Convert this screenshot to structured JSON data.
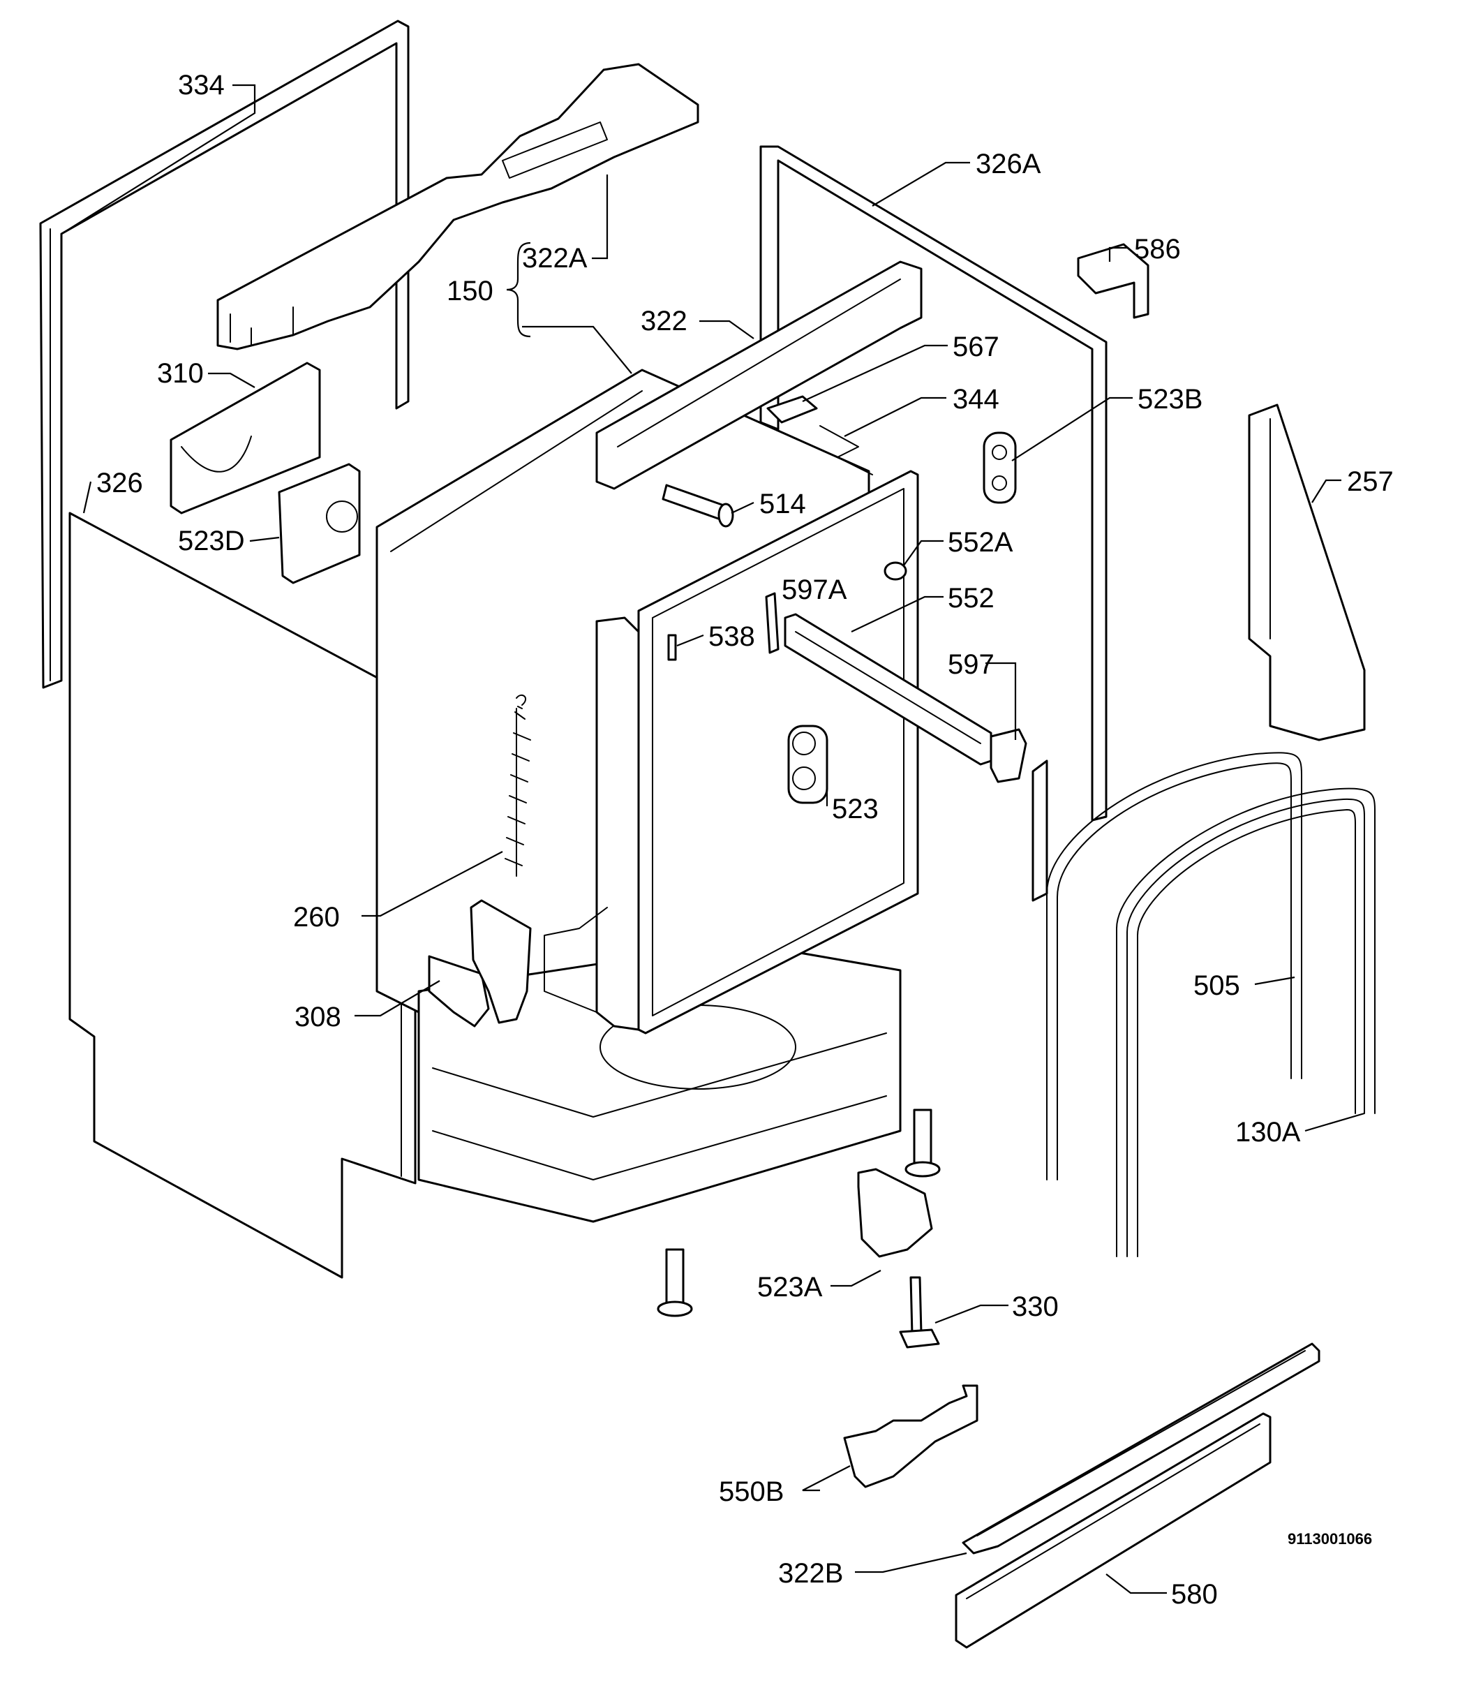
{
  "diagram": {
    "drawing_number": "9113001066",
    "callouts": [
      {
        "id": "334",
        "text": "334"
      },
      {
        "id": "322A",
        "text": "322A"
      },
      {
        "id": "150",
        "text": "150"
      },
      {
        "id": "310",
        "text": "310"
      },
      {
        "id": "326-left",
        "text": "326"
      },
      {
        "id": "523D",
        "text": "523D"
      },
      {
        "id": "326A",
        "text": "326A"
      },
      {
        "id": "586",
        "text": "586"
      },
      {
        "id": "322",
        "text": "322"
      },
      {
        "id": "567",
        "text": "567"
      },
      {
        "id": "344",
        "text": "344"
      },
      {
        "id": "523B",
        "text": "523B"
      },
      {
        "id": "257",
        "text": "257"
      },
      {
        "id": "514",
        "text": "514"
      },
      {
        "id": "552A",
        "text": "552A"
      },
      {
        "id": "597A",
        "text": "597A"
      },
      {
        "id": "552",
        "text": "552"
      },
      {
        "id": "538",
        "text": "538"
      },
      {
        "id": "597",
        "text": "597"
      },
      {
        "id": "523",
        "text": "523"
      },
      {
        "id": "260",
        "text": "260"
      },
      {
        "id": "308",
        "text": "308"
      },
      {
        "id": "505",
        "text": "505"
      },
      {
        "id": "130A",
        "text": "130A"
      },
      {
        "id": "523A",
        "text": "523A"
      },
      {
        "id": "330",
        "text": "330"
      },
      {
        "id": "550B",
        "text": "550B"
      },
      {
        "id": "322B",
        "text": "322B"
      },
      {
        "id": "580",
        "text": "580"
      }
    ]
  }
}
